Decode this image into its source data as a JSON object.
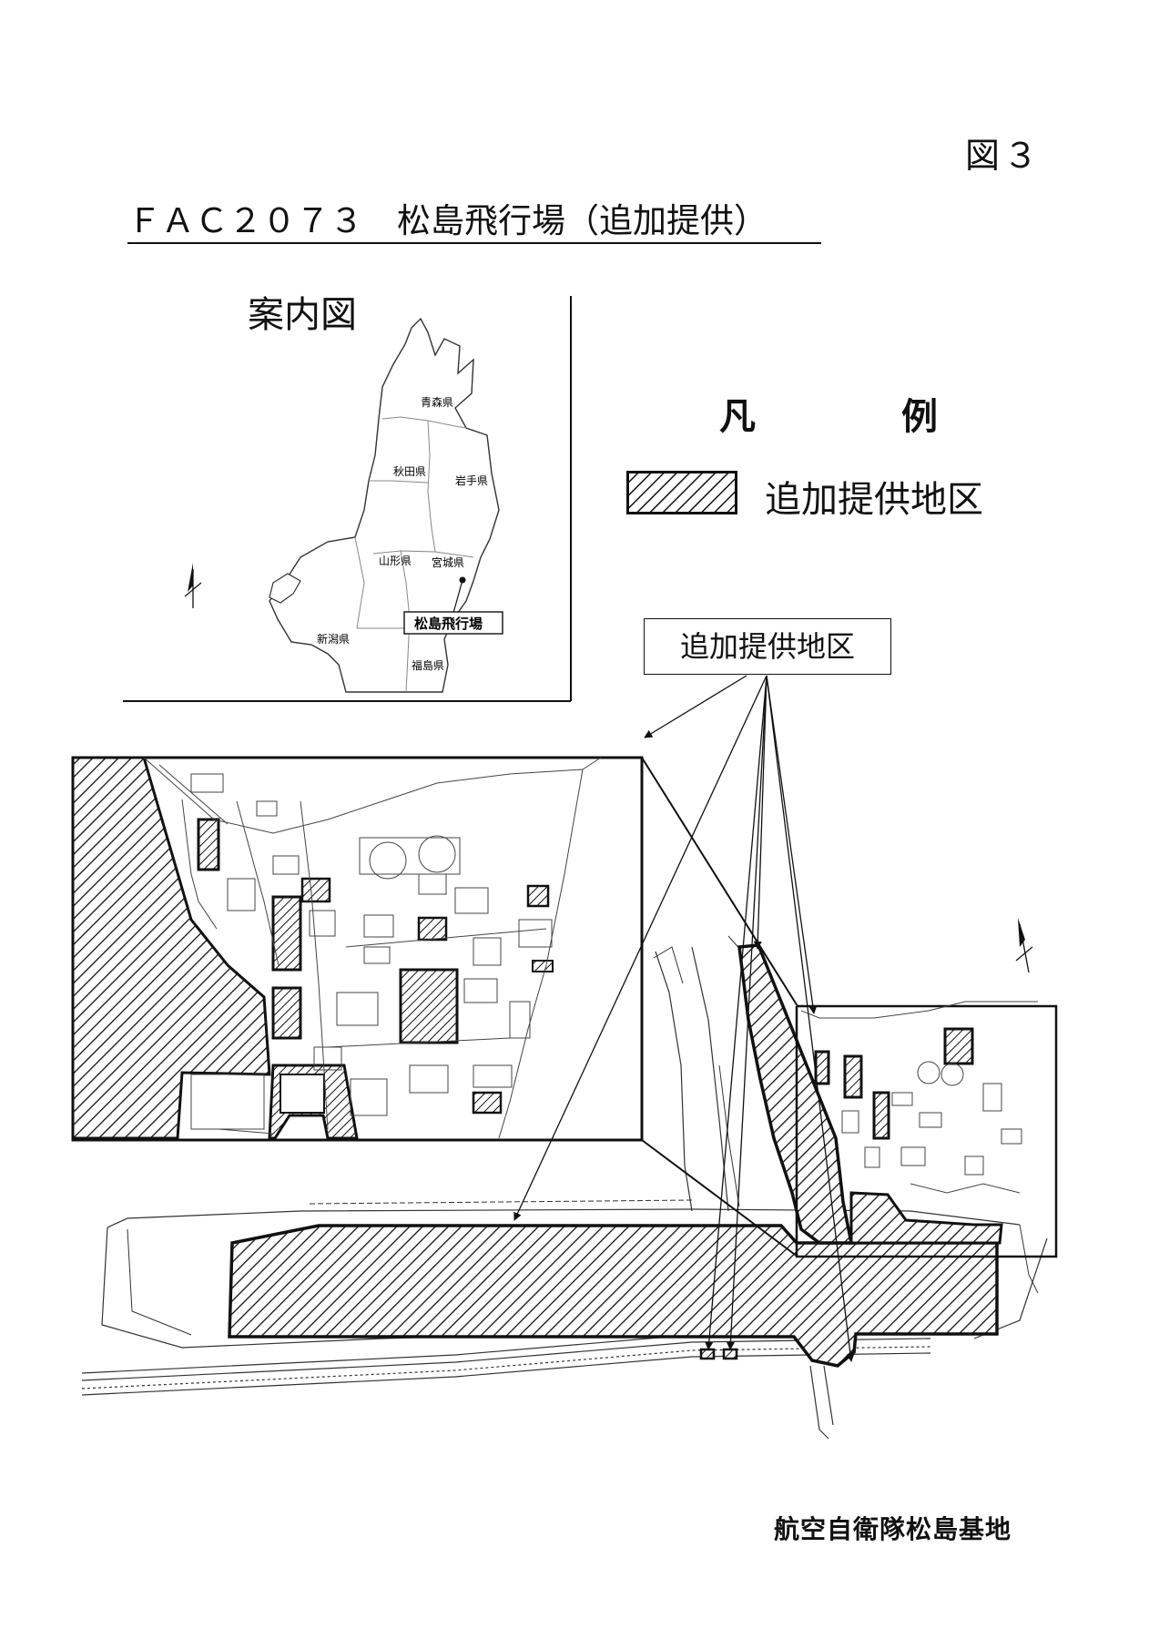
{
  "figure_number": "図３",
  "title": "ＦＡＣ２０７３　松島飛行場（追加提供）",
  "index_map": {
    "title": "案内図",
    "prefectures": [
      "青森県",
      "秋田県",
      "岩手県",
      "山形県",
      "宮城県",
      "新潟県",
      "福島県"
    ],
    "airfield_label": "松島飛行場"
  },
  "legend": {
    "title": "凡　例",
    "items": [
      {
        "label": "追加提供地区",
        "pattern": "diagonal-hatch"
      }
    ]
  },
  "callout_label": "追加提供地区",
  "footer": "航空自衛隊松島基地",
  "colors": {
    "ink": "#111111",
    "paper": "#ffffff",
    "hatch": "#111111"
  },
  "icons": [
    "north-arrow-icon",
    "north-arrow-icon"
  ]
}
